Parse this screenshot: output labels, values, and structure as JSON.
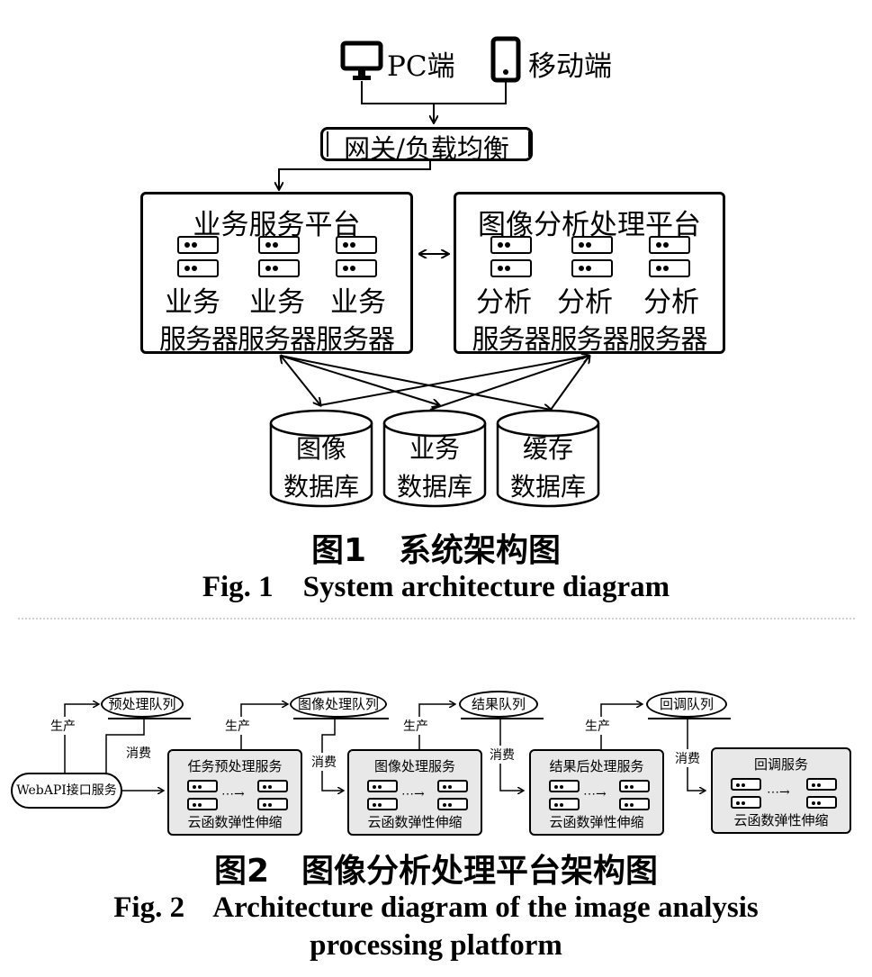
{
  "fig1": {
    "clients": {
      "pc": "PC端",
      "mobile": "移动端"
    },
    "gateway": "网关/负载均衡",
    "business_platform": {
      "title": "业务服务平台",
      "server_label_top": [
        "业务",
        "业务",
        "业务"
      ],
      "server_label_bottom": "服务器服务器服务器"
    },
    "analysis_platform": {
      "title": "图像分析处理平台",
      "server_label_top": [
        "分析",
        "分析",
        "分析"
      ],
      "server_label_bottom": "服务器服务器服务器"
    },
    "databases": [
      {
        "line1": "图像",
        "line2": "数据库"
      },
      {
        "line1": "业务",
        "line2": "数据库"
      },
      {
        "line1": "缓存",
        "line2": "数据库"
      }
    ],
    "caption_zh": "图1　系统架构图",
    "caption_en": "Fig. 1    System architecture diagram"
  },
  "fig2": {
    "entry": "WebAPI接口服务",
    "queues": [
      "预处理队列",
      "图像处理队列",
      "结果队列",
      "回调队列"
    ],
    "produce": "生产",
    "consume": "消费",
    "services": [
      {
        "title": "任务预处理服务",
        "footer": "云函数弹性伸缩"
      },
      {
        "title": "图像处理服务",
        "footer": "云函数弹性伸缩"
      },
      {
        "title": "结果后处理服务",
        "footer": "云函数弹性伸缩"
      },
      {
        "title": "回调服务",
        "footer": "云函数弹性伸缩"
      }
    ],
    "caption_zh": "图2　图像分析处理平台架构图",
    "caption_en_line1": "Fig. 2    Architecture diagram of the image analysis",
    "caption_en_line2": "processing platform"
  }
}
